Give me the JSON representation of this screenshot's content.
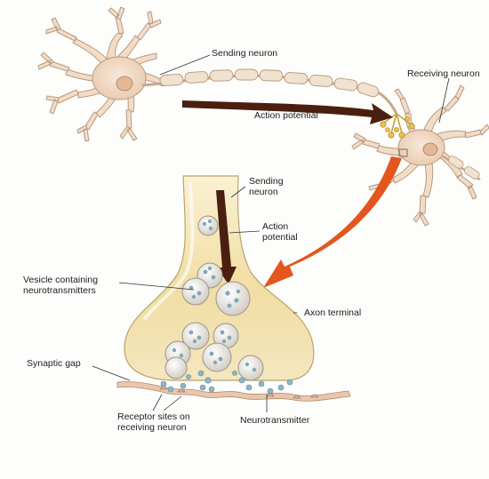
{
  "labels": {
    "sending_neuron_top": "Sending neuron",
    "receiving_neuron": "Receiving neuron",
    "action_potential_top": "Action potential",
    "sending_neuron_line1": "Sending",
    "sending_neuron_line2": "neuron",
    "action_potential_line1": "Action",
    "action_potential_line2": "potential",
    "vesicle_line1": "Vesicle containing",
    "vesicle_line2": "neurotransmitters",
    "axon_terminal": "Axon terminal",
    "synaptic_gap": "Synaptic gap",
    "receptor_line1": "Receptor sites on",
    "receptor_line2": "receiving neuron",
    "neurotransmitter": "Neurotransmitter"
  },
  "colors": {
    "neuron_body": "#f2dcc8",
    "neuron_outline": "#b89a7e",
    "myelin": "#efe2cf",
    "terminal_fill": "#f3e3b0",
    "arrow_dark": "#4a1f10",
    "arrow_orange": "#e3561e",
    "vesicle": "#e6e3dc",
    "neurotransmitter": "#8fb6c4"
  }
}
